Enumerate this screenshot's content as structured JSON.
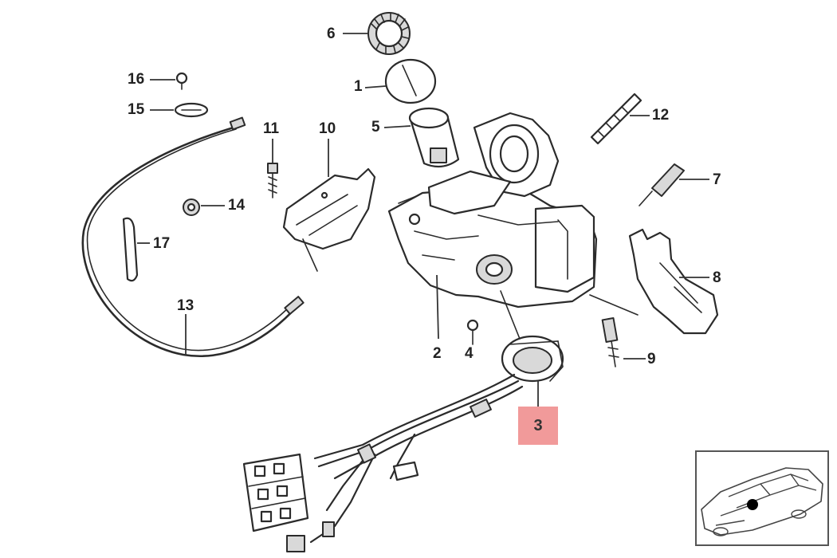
{
  "callouts": [
    {
      "id": "p1",
      "label": "1"
    },
    {
      "id": "p2",
      "label": "2"
    },
    {
      "id": "p3",
      "label": "3",
      "highlighted": true,
      "highlight_color": "#f19a9a"
    },
    {
      "id": "p4",
      "label": "4"
    },
    {
      "id": "p5",
      "label": "5"
    },
    {
      "id": "p6",
      "label": "6"
    },
    {
      "id": "p7",
      "label": "7"
    },
    {
      "id": "p8",
      "label": "8"
    },
    {
      "id": "p9",
      "label": "9"
    },
    {
      "id": "p10",
      "label": "10"
    },
    {
      "id": "p11",
      "label": "11"
    },
    {
      "id": "p12",
      "label": "12"
    },
    {
      "id": "p13",
      "label": "13"
    },
    {
      "id": "p14",
      "label": "14"
    },
    {
      "id": "p15",
      "label": "15"
    },
    {
      "id": "p16",
      "label": "16"
    },
    {
      "id": "p17",
      "label": "17"
    }
  ],
  "inset": {
    "icon": "car-location-icon",
    "marker_color": "#000000"
  }
}
